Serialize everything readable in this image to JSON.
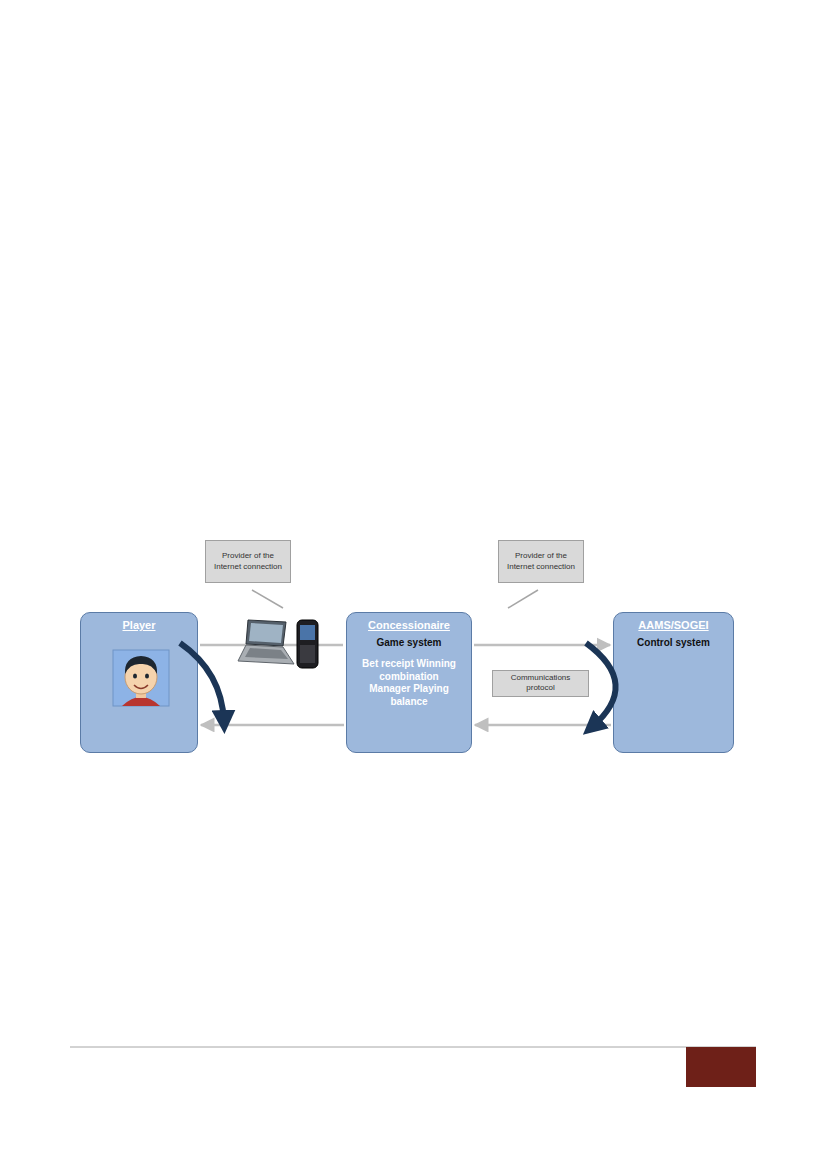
{
  "diagram": {
    "nodes": [
      {
        "text": [
          "Provider of the Internet connection"
        ]
      },
      {
        "text": [
          "Provider of the Internet connection"
        ]
      },
      {
        "text": [
          "Player"
        ]
      },
      {
        "text": [
          "Concessionaire",
          "Game system",
          "Bet receipt Winning combination Manager Playing balance"
        ]
      },
      {
        "text": [
          "Communications protocol"
        ]
      },
      {
        "text": [
          "AAMS/SOGEI",
          "Control system"
        ]
      }
    ],
    "edges": [
      {
        "from": 2,
        "to": 3,
        "arrow": "none"
      },
      {
        "from": 3,
        "to": 2,
        "arrow": "to"
      },
      {
        "from": 3,
        "to": 5,
        "arrow": "to"
      },
      {
        "from": 5,
        "to": 3,
        "arrow": "to"
      }
    ]
  }
}
